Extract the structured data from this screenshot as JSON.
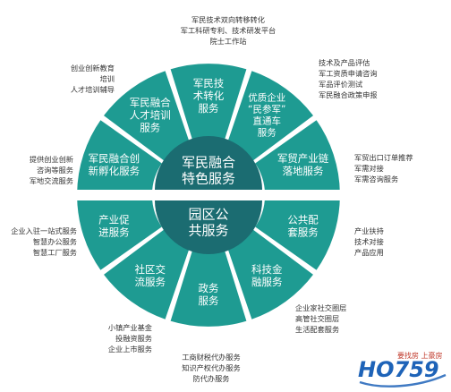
{
  "colors": {
    "teal": "#1e9b92",
    "dark_teal": "#1b6c71",
    "gap": "#ffffff",
    "note_text": "#333333",
    "logo_blue": "#1e63b8",
    "logo_tagline": "#c0392b"
  },
  "segments": [
    {
      "lines": [
        "军民技",
        "术转化",
        "服务"
      ]
    },
    {
      "lines": [
        "优质企业",
        "“民参军”",
        "直通车",
        "服务"
      ]
    },
    {
      "lines": [
        "军贸产业链",
        "落地服务"
      ]
    },
    {
      "lines": [
        "公共配",
        "套服务"
      ]
    },
    {
      "lines": [
        "科技金",
        "融服务"
      ]
    },
    {
      "lines": [
        "政务",
        "服务"
      ]
    },
    {
      "lines": [
        "社区交",
        "流服务"
      ]
    },
    {
      "lines": [
        "产业促",
        "进服务"
      ]
    },
    {
      "lines": [
        "军民融合创",
        "新孵化服务"
      ]
    },
    {
      "lines": [
        "军民融合",
        "人才培训",
        "服务"
      ]
    }
  ],
  "center_top": {
    "lines": [
      "军民融合",
      "特色服务"
    ]
  },
  "center_bottom": {
    "lines": [
      "园区公",
      "共服务"
    ]
  },
  "notes": {
    "tech_transfer": [
      "军民技术双向转移转化",
      "军工科研专利、技术研发平台",
      "院士工作站"
    ],
    "civil_military": [
      "技术及产品评估",
      "军工资质申请咨询",
      "军品评价测试",
      "军民融合政策申报"
    ],
    "trade_chain": [
      "军贸出口订单推荐",
      "军需对接",
      "军需咨询服务"
    ],
    "public_support": [
      "产业扶持",
      "技术对接",
      "产品应用"
    ],
    "finance": [
      "企业家社交圈层",
      "高管社交圈层",
      "生活配套服务"
    ],
    "government": [
      "工商财税代办服务",
      "知识产权代办服务",
      "防代办服务"
    ],
    "community": [
      "小镇产业基金",
      "投融资服务",
      "企业上市服务"
    ],
    "industry": [
      "企业入驻一站式服务",
      "智慧办公服务",
      "智慧工厂服务"
    ],
    "incubation": [
      "提供创业创新",
      "咨询等服务",
      "军地交流服务"
    ],
    "talent": [
      "创业创新教育",
      "培训",
      "人才培训辅导"
    ]
  },
  "logo": {
    "text": "HO759",
    "tagline": "要找房 上豪房"
  }
}
